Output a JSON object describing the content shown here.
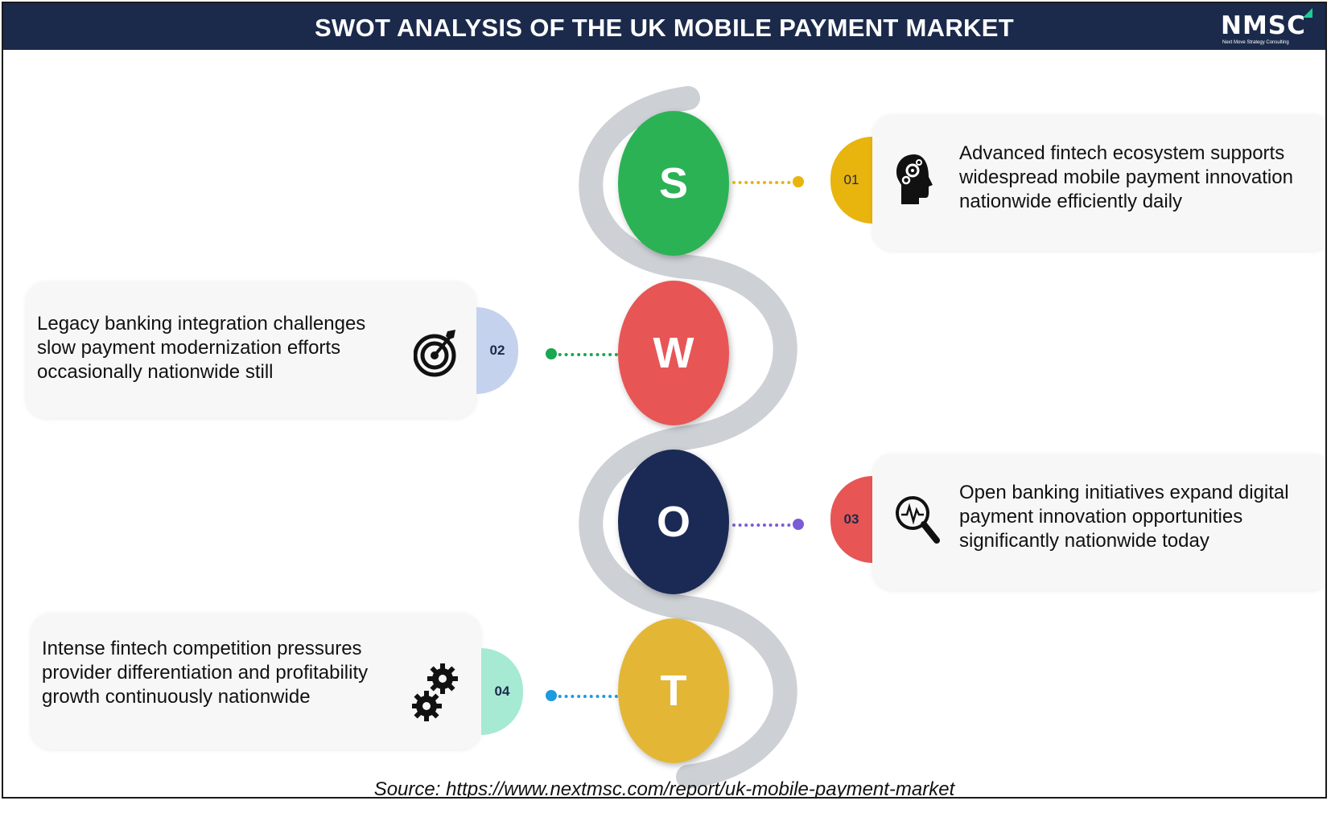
{
  "header": {
    "title": "SWOT ANALYSIS OF THE UK MOBILE PAYMENT MARKET",
    "logo_text": "NMSC",
    "logo_subtext": "Next Move Strategy Consulting"
  },
  "items": [
    {
      "letter": "S",
      "number": "01",
      "text": "Advanced fintech ecosystem supports widespread mobile payment innovation nationwide efficiently daily",
      "circle_color": "#2bb255",
      "accent_color": "#e8b40e",
      "icon": "head-gears-icon"
    },
    {
      "letter": "W",
      "number": "02",
      "text": "Legacy banking integration challenges slow payment modernization efforts occasionally nationwide still",
      "circle_color": "#e85555",
      "accent_color": "#c5d2ee",
      "icon": "target-arrow-icon"
    },
    {
      "letter": "O",
      "number": "03",
      "text": "Open banking initiatives expand digital payment innovation opportunities significantly nationwide today",
      "circle_color": "#1b2a55",
      "accent_color": "#e85555",
      "icon": "magnifier-pulse-icon"
    },
    {
      "letter": "T",
      "number": "04",
      "text": "Intense fintech competition pressures provider differentiation and profitability growth continuously nationwide",
      "circle_color": "#e3b735",
      "accent_color": "#a6ead3",
      "icon": "gears-icon"
    }
  ],
  "connector_colors": [
    "#e8b40e",
    "#18a84f",
    "#7a5cd6",
    "#1b9be0"
  ],
  "source": "Source: https://www.nextmsc.com/report/uk-mobile-payment-market"
}
